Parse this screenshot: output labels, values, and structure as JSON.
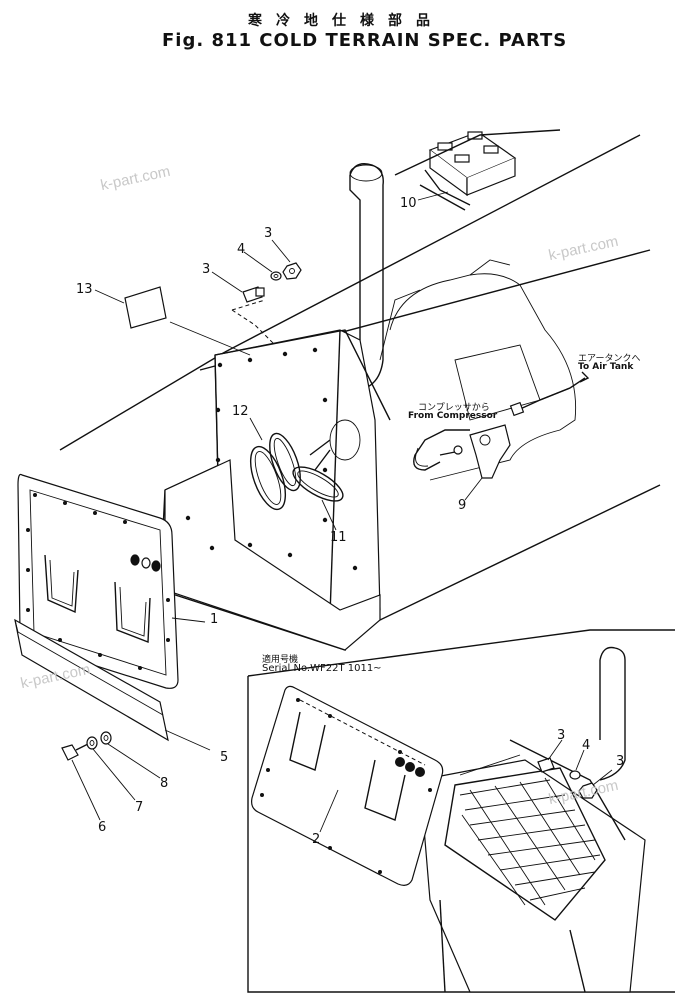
{
  "title": {
    "japanese": "寒冷地仕様部品",
    "english": "Fig. 811 COLD TERRAIN SPEC. PARTS"
  },
  "annotations": {
    "from_compressor_jp": "コンプレッサから",
    "from_compressor_en": "From Compressor",
    "to_air_tank_jp": "エアータンクへ",
    "to_air_tank_en": "To Air Tank",
    "serial_jp": "適用号機",
    "serial_en": "Serial No.WF22T 1011~"
  },
  "watermark": "k-part.com",
  "callouts": {
    "c1": "1",
    "c2": "2",
    "c3a": "3",
    "c3b": "3",
    "c3c": "3",
    "c3d": "3",
    "c4a": "4",
    "c4b": "4",
    "c5": "5",
    "c6": "6",
    "c7": "7",
    "c8": "8",
    "c9": "9",
    "c10": "10",
    "c11": "11",
    "c12": "12",
    "c13": "13"
  }
}
